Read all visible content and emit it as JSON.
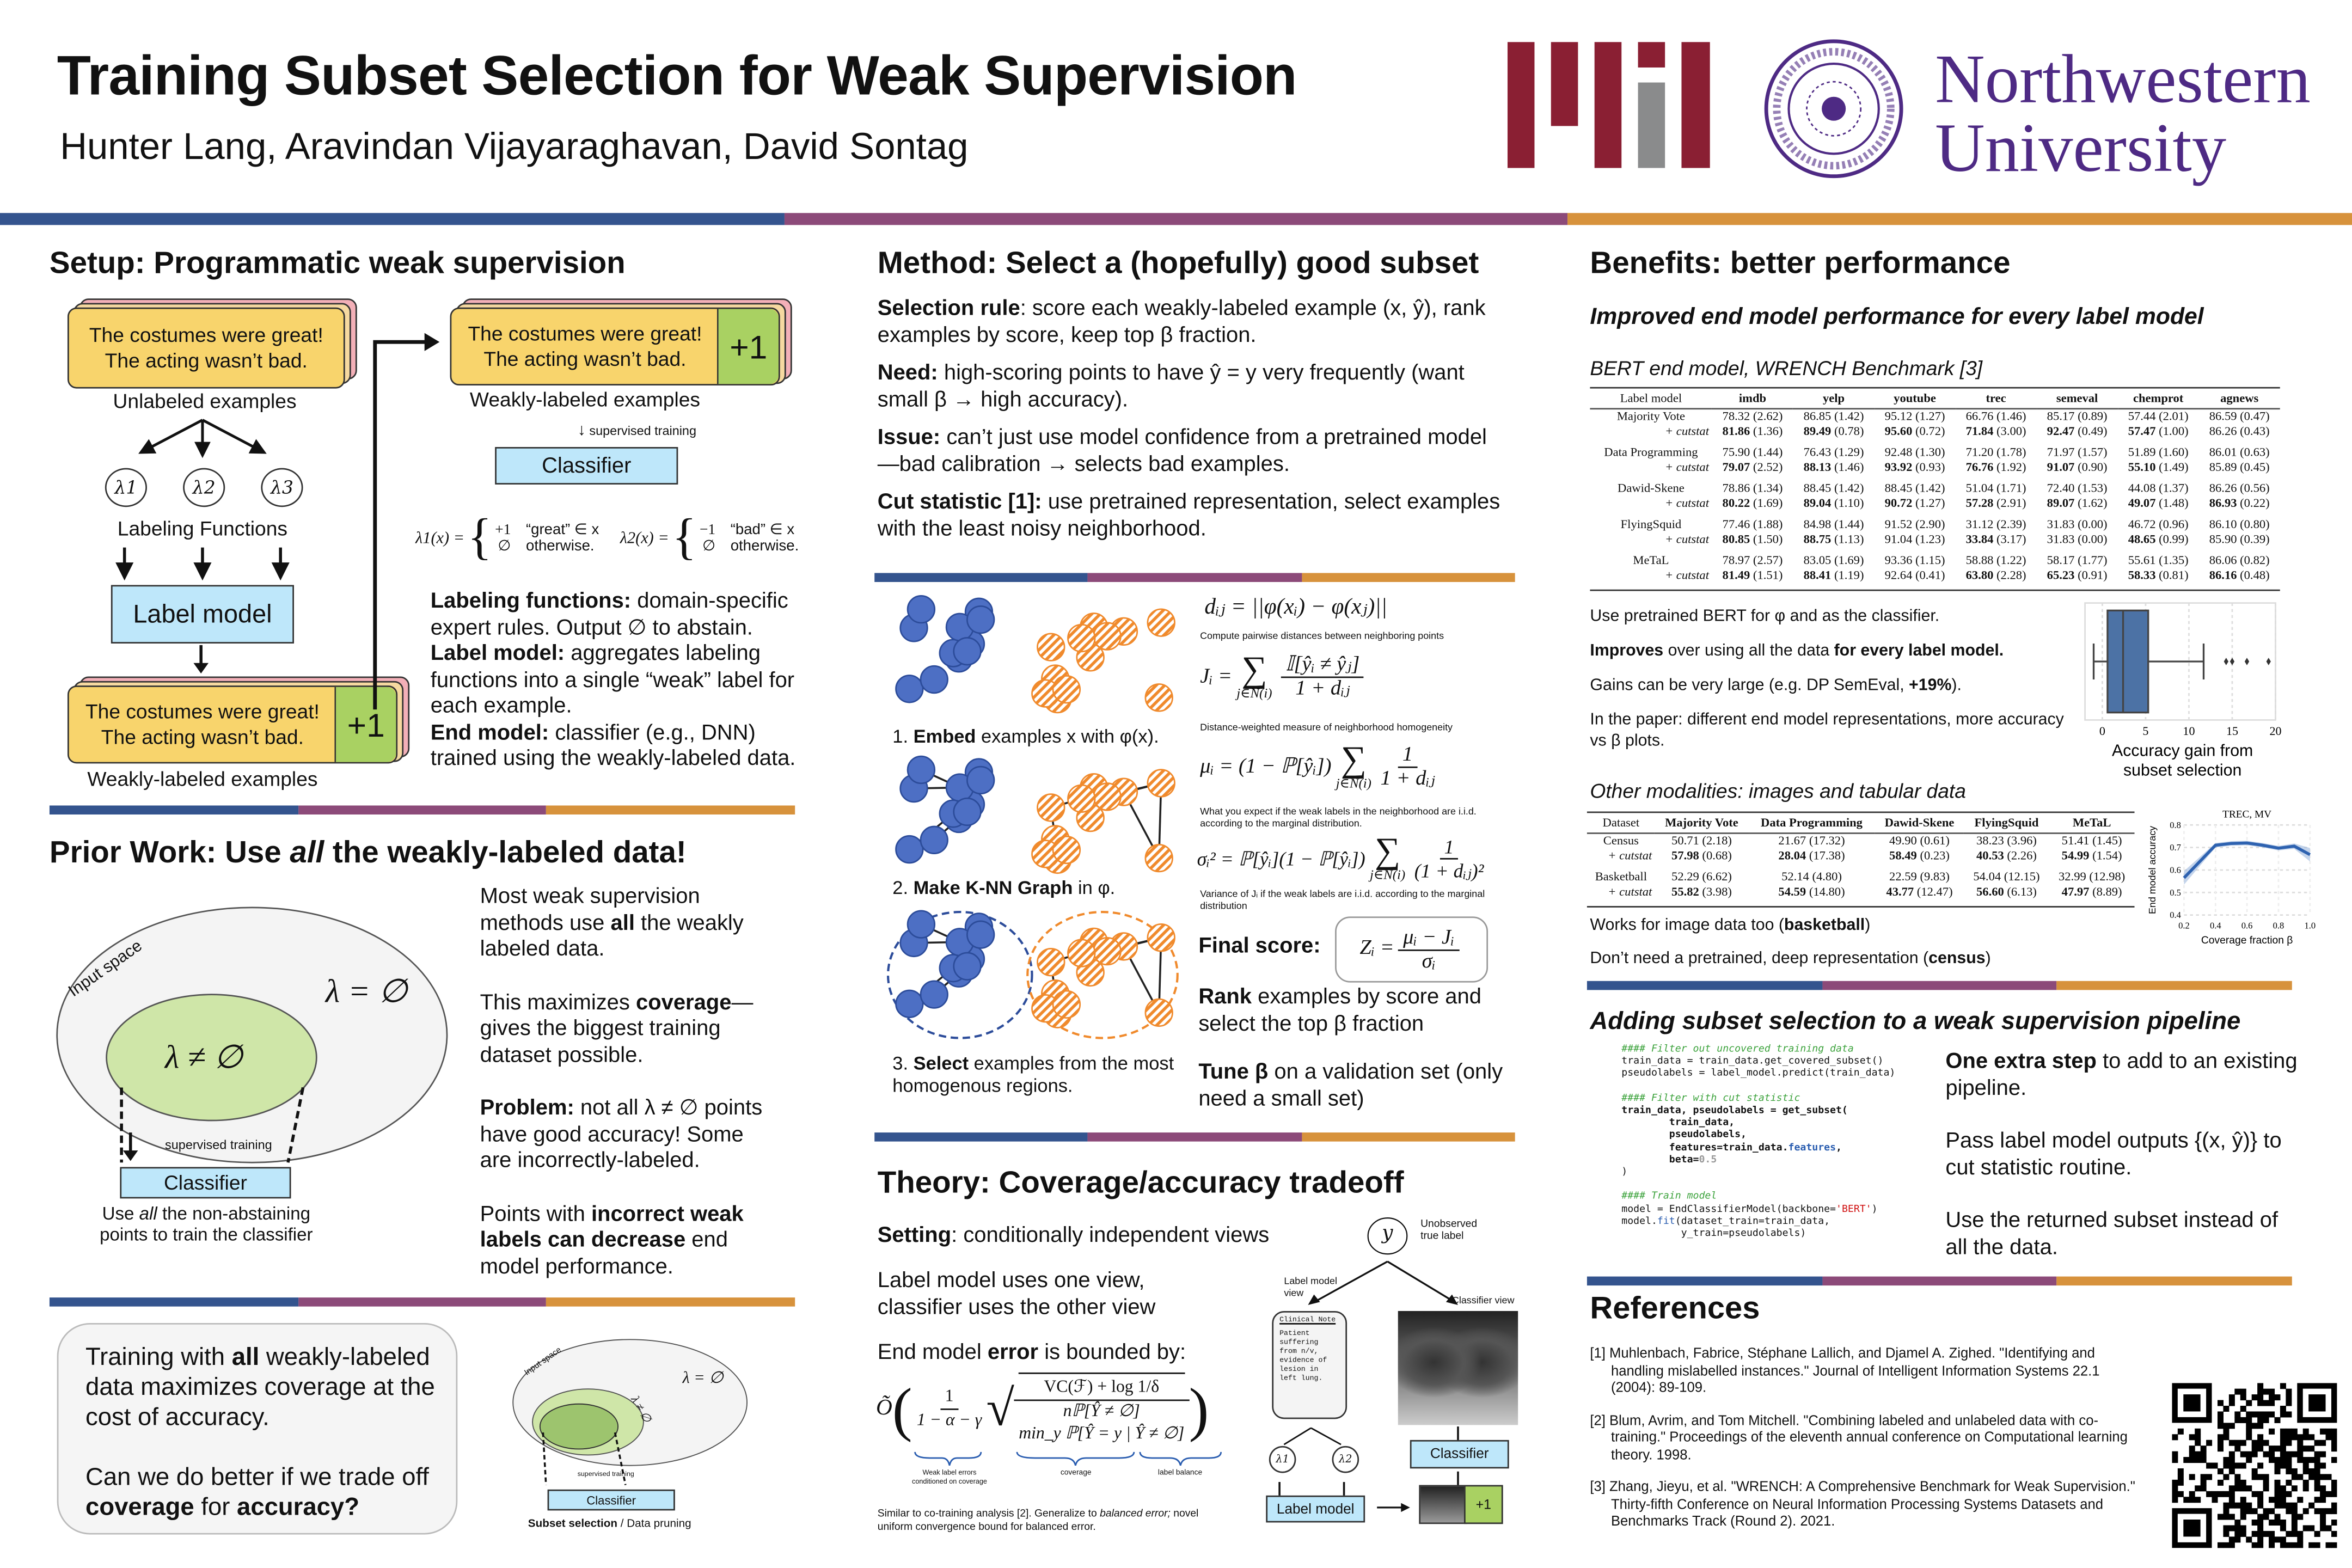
{
  "header": {
    "title": "Training Subset Selection for Weak Supervision",
    "authors": "Hunter Lang, Aravindan Vijayaraghavan, David Sontag",
    "logos": {
      "mit": "MIT",
      "northwestern_line1": "Northwestern",
      "northwestern_line2": "University",
      "seal_text": "NORTHWESTERN UNIVERSITY · QUAECUMQUE SUNT VERA · 1851"
    }
  },
  "colors": {
    "blue": "#34548E",
    "purple": "#8C4A79",
    "orange": "#D7923C",
    "mit_red": "#8A1F33",
    "nu_purple": "#4E2A84",
    "card_yellow": "#F8D46C",
    "label_green": "#A9D162",
    "box_blue": "#BEE7FA"
  },
  "setup": {
    "heading": "Setup: Programmatic weak supervision",
    "example_line1": "The costumes were great!",
    "example_line2": "The acting wasn’t bad.",
    "plus_label": "+1",
    "unlabeled_caption": "Unlabeled examples",
    "lambdas": [
      "λ1",
      "λ2",
      "λ3"
    ],
    "lf_caption": "Labeling Functions",
    "label_model": "Label model",
    "weak_caption": "Weakly-labeled examples",
    "weak_caption_top": "Weakly-labeled examples",
    "supervised_training": "supervised training",
    "classifier": "Classifier",
    "lf1": {
      "lhs": "λ1(x) =",
      "v1": "+1",
      "c1": "“great” ∈ x",
      "v2": "∅",
      "c2": "otherwise."
    },
    "lf2": {
      "lhs": "λ2(x) =",
      "v1": "−1",
      "c1": "“bad” ∈ x",
      "v2": "∅",
      "c2": "otherwise."
    },
    "para1_bold": "Labeling functions:",
    "para1": " domain-specific expert rules. Output ∅ to abstain.",
    "para2_bold": "Label model:",
    "para2": " aggregates labeling functions into a single “weak” label for each example.",
    "para3_bold": "End model:",
    "para3": " classifier (e.g., DNN) trained using the weakly-labeled data."
  },
  "prior": {
    "heading_pre": "Prior Work: Use ",
    "heading_em": "all",
    "heading_post": " the weakly-labeled data!",
    "input_space": "Input space",
    "lambda_null": "λ = ∅",
    "lambda_notnull": "λ ≠ ∅",
    "supervised_training": "supervised training",
    "classifier": "Classifier",
    "caption_pre": "Use ",
    "caption_em": "all",
    "caption_post": " the non-abstaining points to train the classifier",
    "t1_pre": "Most weak supervision methods use ",
    "t1_bold": "all",
    "t1_post": " the weakly labeled data.",
    "t2_pre": "This maximizes ",
    "t2_bold": "coverage",
    "t2_post": "—gives the biggest training dataset possible.",
    "t3_bold": "Problem:",
    "t3_post": " not all λ ≠ ∅ points have good accuracy! Some are incorrectly-labeled.",
    "t4_pre": "Points with ",
    "t4_bold": "incorrect weak labels can decrease",
    "t4_post": " end model performance."
  },
  "callout": {
    "l1_pre": "Training with ",
    "l1_bold": "all",
    "l1_post": " weakly-labeled data maximizes coverage at the cost of accuracy.",
    "l2_pre": "Can we do better if we trade off ",
    "l2_bold": "coverage",
    "l2_mid": " for ",
    "l2_bold2": "accuracy?",
    "diagram": {
      "input_space": "Input space",
      "lambda_null": "λ = ∅",
      "lambda_notnull": "λ ≠ ∅",
      "supervised_training": "supervised training",
      "classifier": "Classifier",
      "caption_bold": "Subset selection",
      "caption_post": " / Data pruning"
    }
  },
  "method": {
    "heading": "Method: Select a (hopefully) good subset",
    "p1_bold": "Selection rule",
    "p1": ": score each weakly-labeled example (x, ŷ), rank examples by score, keep top β fraction.",
    "p2_bold": "Need:",
    "p2": " high-scoring points to have ŷ = y very frequently (want small β → high accuracy).",
    "p3_bold": "Issue:",
    "p3": " can’t just use model confidence from a pretrained model—bad calibration → selects bad examples.",
    "p4_bold": "Cut statistic [1]:",
    "p4": " use pretrained representation, select examples with the least noisy neighborhood.",
    "step1_pre": "1. ",
    "step1_bold": "Embed",
    "step1_post": " examples x with φ(x).",
    "step2_pre": "2. ",
    "step2_bold": "Make K-NN Graph",
    "step2_post": " in φ.",
    "step3_pre": "3. ",
    "step3_bold": "Select",
    "step3_post": " examples from the most homogenous regions.",
    "f_dij": "dᵢⱼ = ||φ(xᵢ) − φ(xⱼ)||",
    "c_dij": "Compute pairwise distances between neighboring points",
    "f_J_lhs": "Jᵢ =",
    "f_J_num": "𝕀[ŷᵢ ≠ ŷⱼ]",
    "f_J_den": "1 + dᵢⱼ",
    "sum_under": "j∈N(i)",
    "sum_sign": "∑",
    "c_J": "Distance-weighted measure of neighborhood homogeneity",
    "f_mu_lhs": "μᵢ = (1 − ℙ[ŷᵢ])",
    "f_mu_num": "1",
    "f_mu_den": "1 + dᵢⱼ",
    "c_mu": "What you expect if the weak labels in the neighborhood are i.i.d. according to the marginal distribution.",
    "f_sig_lhs": "σᵢ² = ℙ[ŷᵢ](1 − ℙ[ŷᵢ])",
    "f_sig_num": "1",
    "f_sig_den": "(1 + dᵢⱼ)²",
    "c_sig": "Variance of Jᵢ if the weak labels are i.i.d. according to the marginal distribution",
    "final_label": "Final score:",
    "final_lhs": "Zᵢ =",
    "final_num": "μᵢ − Jᵢ",
    "final_den": "σᵢ",
    "rank_bold": "Rank",
    "rank_post": " examples by score and select the top β fraction",
    "tune_bold": "Tune β",
    "tune_post": " on a validation set (only need a small set)"
  },
  "theory": {
    "heading": "Theory: Coverage/accuracy tradeoff",
    "setting_bold": "Setting",
    "setting_post": ": conditionally independent views",
    "views": "Label model uses one view, classifier uses the other view",
    "bound_pre": "End model ",
    "bound_bold": "error",
    "bound_post": " is bounded by:",
    "f_O": "Õ",
    "f_num1": "1",
    "f_den1": "1 − α − γ",
    "f_num2": "VC(ℱ) + log 1/δ",
    "f_den2a": "nℙ[Ŷ ≠ ∅]",
    "f_den2b": "min_y ℙ[Ŷ = y | Ŷ ≠ ∅]",
    "ann1": "Weak label errors conditioned on coverage",
    "ann2": "coverage",
    "ann3": "label balance",
    "foot_pre": "Similar to co-training analysis [2]. Generalize to ",
    "foot_em": "balanced error;",
    "foot_post": " novel uniform convergence bound for balanced error.",
    "diagram": {
      "y": "y",
      "unobserved": "Unobserved true label",
      "label_model_view": "Label model view",
      "classifier_view": "Classifier view",
      "note_title": "Clinical Note",
      "note_body": "Patient suffering from n/v, evidence of lesion in left lung.",
      "l1": "λ1",
      "l2": "λ2",
      "label_model": "Label model",
      "classifier": "Classifier",
      "plus": "+1"
    }
  },
  "benefits": {
    "heading": "Benefits: better performance",
    "subheading": "Improved end model performance for every label model",
    "table1_title": "BERT end model, WRENCH Benchmark [3]",
    "text1": "Use pretrained BERT for φ and as the classifier.",
    "text2_bold": "Improves",
    "text2_mid": " over using all the data ",
    "text2_bold2": "for every label model.",
    "text3_pre": "Gains can be very large (e.g. DP SemEval, ",
    "text3_bold": "+19%",
    "text3_post": ").",
    "text4": "In the paper: different end model representations, more accuracy vs β plots.",
    "other_title": "Other modalities: images and tabular data",
    "text5_pre": "Works for image data too (",
    "text5_bold": "basketball",
    "text5_post": ")",
    "text6_pre": "Don’t need a pretrained, deep representation (",
    "text6_bold": "census",
    "text6_post": ")"
  },
  "table1": {
    "headers": [
      "Label model",
      "imdb",
      "yelp",
      "youtube",
      "trec",
      "semeval",
      "chemprot",
      "agnews"
    ],
    "groups": [
      {
        "name": "Majority Vote",
        "base": [
          "78.32 (2.62)",
          "86.85 (1.42)",
          "95.12 (1.27)",
          "66.76 (1.46)",
          "85.17 (0.89)",
          "57.44 (2.01)",
          "86.59 (0.47)"
        ],
        "cut": [
          "81.86 (1.36)",
          "89.49 (0.78)",
          "95.60 (0.72)",
          "71.84 (3.00)",
          "92.47 (0.49)",
          "57.47 (1.00)",
          "86.26 (0.43)"
        ],
        "bold": [
          true,
          true,
          true,
          true,
          true,
          true,
          false
        ]
      },
      {
        "name": "Data Programming",
        "base": [
          "75.90 (1.44)",
          "76.43 (1.29)",
          "92.48 (1.30)",
          "71.20 (1.78)",
          "71.97 (1.57)",
          "51.89 (1.60)",
          "86.01 (0.63)"
        ],
        "cut": [
          "79.07 (2.52)",
          "88.13 (1.46)",
          "93.92 (0.93)",
          "76.76 (1.92)",
          "91.07 (0.90)",
          "55.10 (1.49)",
          "85.89 (0.45)"
        ],
        "bold": [
          true,
          true,
          true,
          true,
          true,
          true,
          false
        ]
      },
      {
        "name": "Dawid-Skene",
        "base": [
          "78.86 (1.34)",
          "88.45 (1.42)",
          "88.45 (1.42)",
          "51.04 (1.71)",
          "72.40 (1.53)",
          "44.08 (1.37)",
          "86.26 (0.56)"
        ],
        "cut": [
          "80.22 (1.69)",
          "89.04 (1.10)",
          "90.72 (1.27)",
          "57.28 (2.91)",
          "89.07 (1.62)",
          "49.07 (1.48)",
          "86.93 (0.22)"
        ],
        "bold": [
          true,
          true,
          true,
          true,
          true,
          true,
          true
        ]
      },
      {
        "name": "FlyingSquid",
        "base": [
          "77.46 (1.88)",
          "84.98 (1.44)",
          "91.52 (2.90)",
          "31.12 (2.39)",
          "31.83 (0.00)",
          "46.72 (0.96)",
          "86.10 (0.80)"
        ],
        "cut": [
          "80.85 (1.50)",
          "88.75 (1.13)",
          "91.04 (1.23)",
          "33.84 (3.17)",
          "31.83 (0.00)",
          "48.65 (0.99)",
          "85.90 (0.39)"
        ],
        "bold": [
          true,
          true,
          false,
          true,
          false,
          true,
          false
        ]
      },
      {
        "name": "MeTaL",
        "base": [
          "78.97 (2.57)",
          "83.05 (1.69)",
          "93.36 (1.15)",
          "58.88 (1.22)",
          "58.17 (1.77)",
          "55.61 (1.35)",
          "86.06 (0.82)"
        ],
        "cut": [
          "81.49 (1.51)",
          "88.41 (1.19)",
          "92.64 (0.41)",
          "63.80 (2.28)",
          "65.23 (0.91)",
          "58.33 (0.81)",
          "86.16 (0.48)"
        ],
        "bold": [
          true,
          true,
          false,
          true,
          true,
          true,
          true
        ]
      }
    ],
    "cut_label": "+ cutstat"
  },
  "table2": {
    "headers": [
      "Dataset",
      "Majority Vote",
      "Data Programming",
      "Dawid-Skene",
      "FlyingSquid",
      "MeTaL"
    ],
    "groups": [
      {
        "name": "Census",
        "base": [
          "50.71 (2.18)",
          "21.67 (17.32)",
          "49.90 (0.61)",
          "38.23 (3.96)",
          "51.41 (1.45)"
        ],
        "cut": [
          "57.98 (0.68)",
          "28.04 (17.38)",
          "58.49 (0.23)",
          "40.53 (2.26)",
          "54.99 (1.54)"
        ],
        "bold": [
          true,
          true,
          true,
          true,
          true
        ]
      },
      {
        "name": "Basketball",
        "base": [
          "52.29 (6.62)",
          "52.14 (4.80)",
          "22.59 (9.83)",
          "54.04 (12.15)",
          "32.99 (12.98)"
        ],
        "cut": [
          "55.82 (3.98)",
          "54.59 (14.80)",
          "43.77 (12.47)",
          "56.60 (6.13)",
          "47.97 (8.89)"
        ],
        "bold": [
          true,
          true,
          true,
          true,
          true
        ]
      }
    ],
    "cut_label": "+ cutstat"
  },
  "chart_data": [
    {
      "type": "box",
      "title": "",
      "xlabel": "Accuracy gain from subset selection",
      "ylabel": "",
      "xlim": [
        -2,
        20
      ],
      "xticks": [
        "0",
        "5",
        "10",
        "15",
        "20"
      ],
      "xtick_values": [
        0,
        5,
        10,
        15,
        20
      ],
      "whisker_low": -1.0,
      "q1": 0.6,
      "median": 2.4,
      "q3": 5.3,
      "whisker_high": 11.7,
      "outliers": [
        14.3,
        15.0,
        16.7,
        19.2
      ],
      "grid": true
    },
    {
      "type": "line",
      "title": "TREC, MV",
      "xlabel": "Coverage fraction β",
      "ylabel": "End model accuracy",
      "x": [
        0.2,
        0.4,
        0.5,
        0.6,
        0.7,
        0.8,
        0.9,
        1.0
      ],
      "y": [
        0.565,
        0.71,
        0.718,
        0.72,
        0.71,
        0.697,
        0.706,
        0.668
      ],
      "band": [
        0.03,
        0.01,
        0.01,
        0.01,
        0.01,
        0.01,
        0.012,
        0.03
      ],
      "xlim": [
        0.2,
        1.0
      ],
      "ylim": [
        0.4,
        0.8
      ],
      "xticks": [
        "0.2",
        "0.4",
        "0.6",
        "0.8",
        "1.0"
      ],
      "xtick_values": [
        0.2,
        0.4,
        0.6,
        0.8,
        1.0
      ],
      "yticks": [
        "0.4",
        "0.5",
        "0.6",
        "0.7",
        "0.8"
      ],
      "ytick_values": [
        0.4,
        0.5,
        0.6,
        0.7,
        0.8
      ],
      "grid": true
    }
  ],
  "pipeline": {
    "heading": "Adding subset selection to a weak supervision pipeline",
    "code": {
      "c1": "#### Filter out uncovered training data",
      "l1": "train_data = train_data.get_covered_subset()",
      "l2": "pseudolabels = label_model.predict(train_data)",
      "c2": "#### Filter with cut statistic",
      "l3": "train_data, pseudolabels = get_subset(",
      "l4": "        train_data,",
      "l5": "        pseudolabels,",
      "l6a": "        features=train_data.",
      "l6b": "features",
      "l6c": ",",
      "l7a": "        beta=",
      "l7b": "0.5",
      "l8": ")",
      "c3": "#### Train model",
      "l9a": "model = EndClassifierModel(backbone=",
      "l9b": "'BERT'",
      "l9c": ")",
      "l10a": "model.",
      "l10b": "fit",
      "l10c": "(dataset_train=train_data,",
      "l11": "          y_train=pseudolabels)"
    },
    "t1_bold": "One extra step",
    "t1_post": " to add to an existing pipeline.",
    "t2": "Pass label model outputs {(x, ŷ)} to cut statistic routine.",
    "t3": "Use the returned subset instead of all the data."
  },
  "references": {
    "heading": "References",
    "items": [
      "[1] Muhlenbach, Fabrice, Stéphane Lallich, and Djamel A. Zighed. \"Identifying and handling mislabelled instances.\" Journal of Intelligent Information Systems 22.1 (2004): 89-109.",
      "[2] Blum, Avrim, and Tom Mitchell. \"Combining labeled and unlabeled data with co-training.\" Proceedings of the eleventh annual conference on Computational learning theory. 1998.",
      "[3] Zhang, Jieyu, et al. \"WRENCH: A Comprehensive Benchmark for Weak Supervision.\" Thirty-fifth Conference on Neural Information Processing Systems Datasets and Benchmarks Track (Round 2). 2021."
    ]
  }
}
